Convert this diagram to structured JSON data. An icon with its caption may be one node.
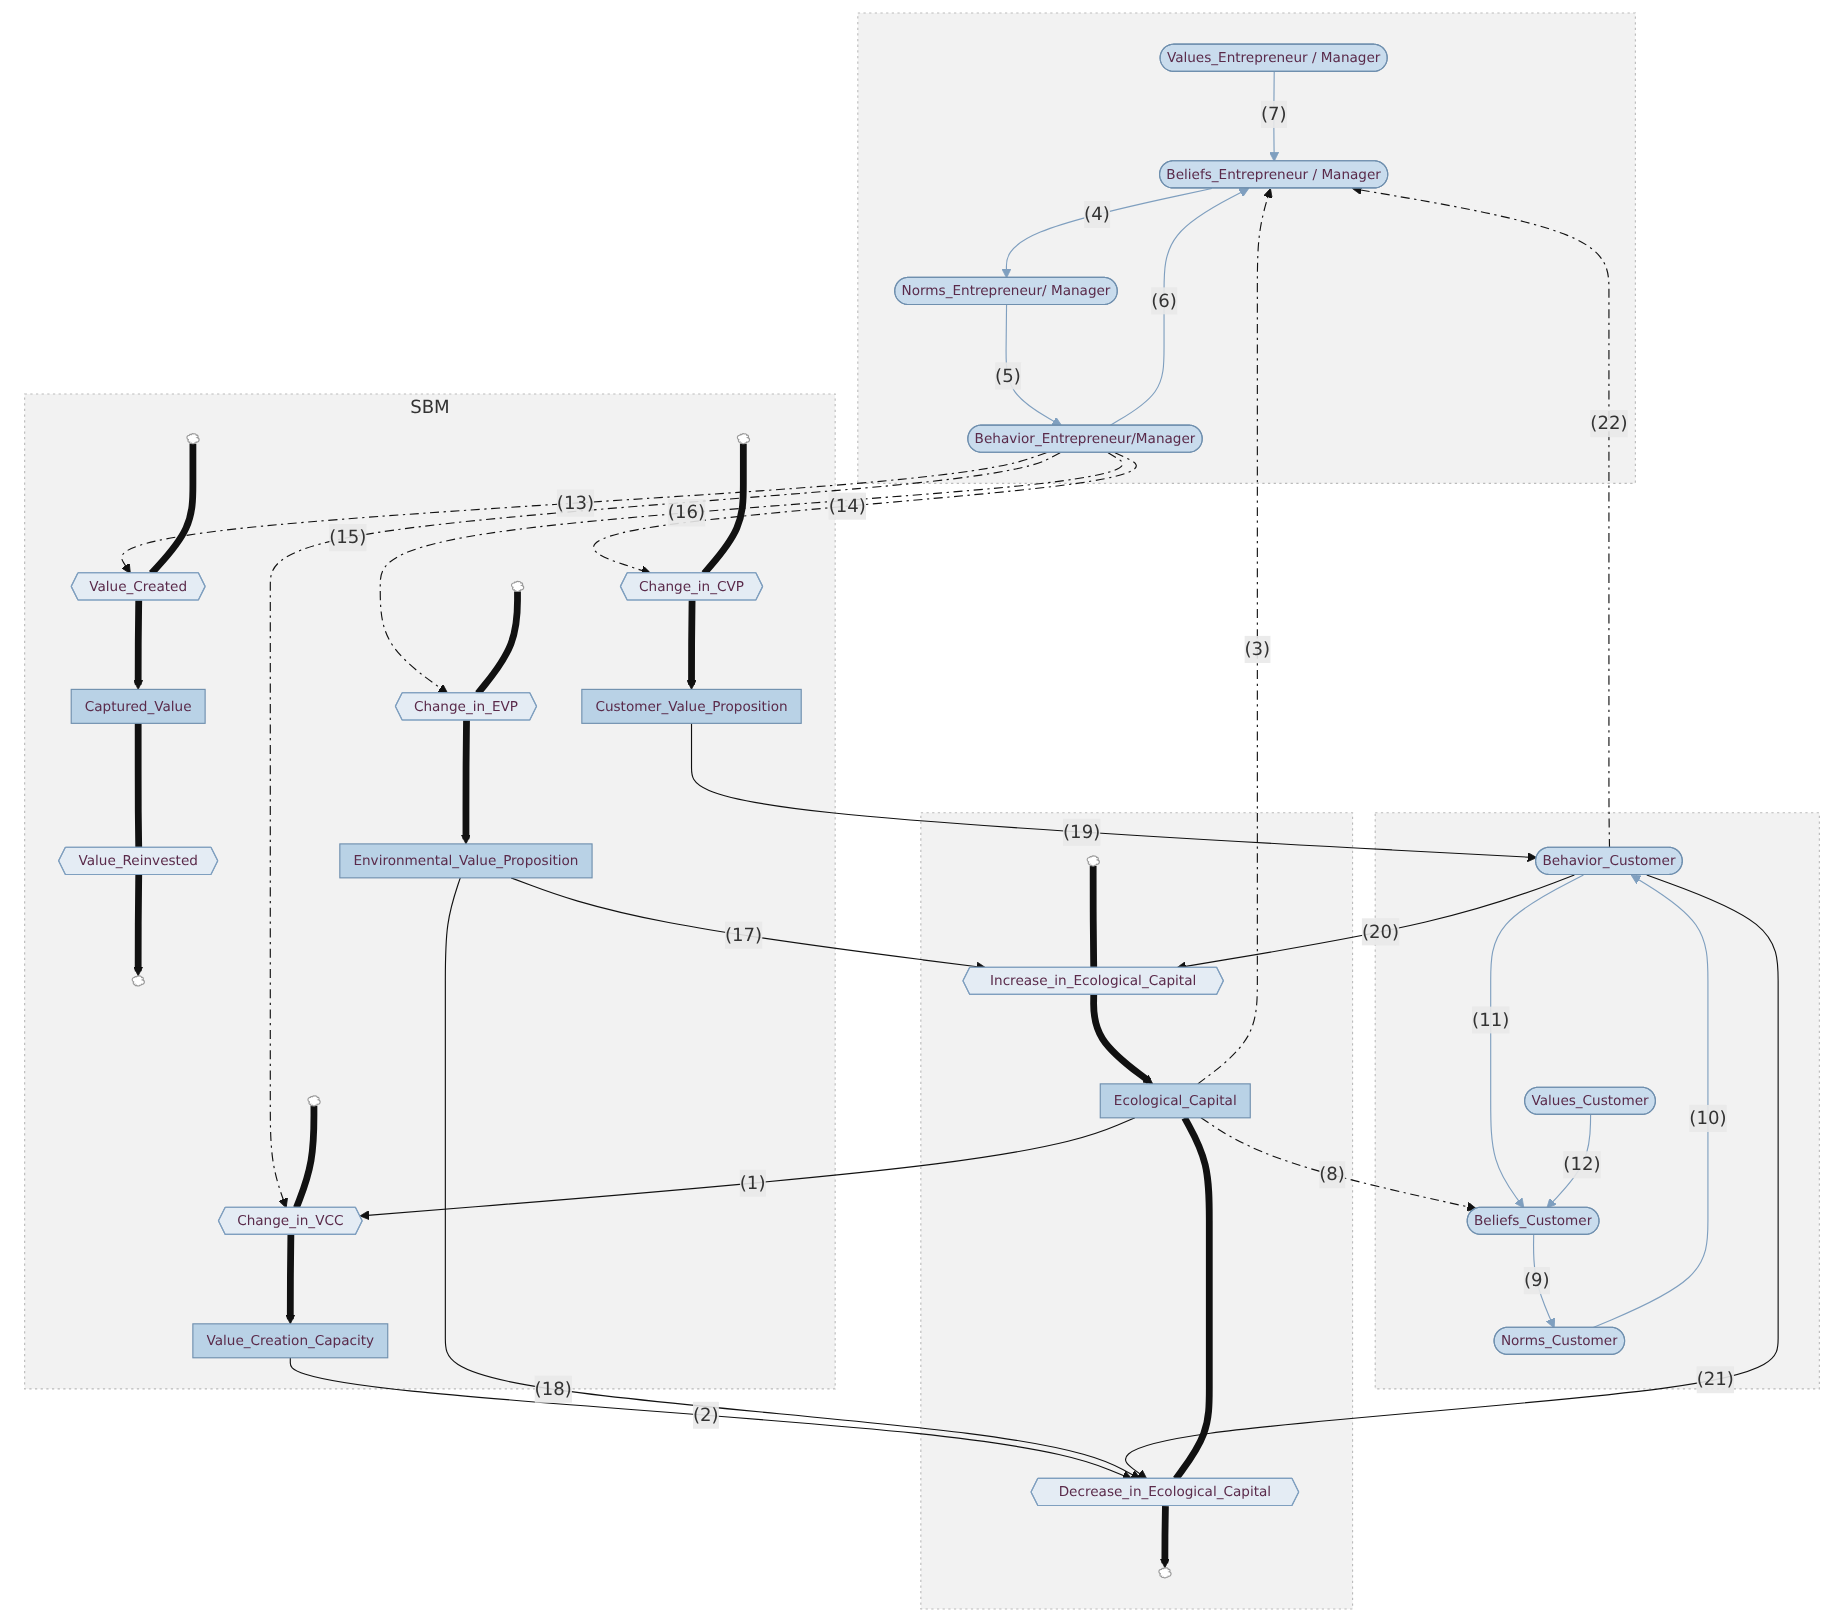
{
  "diagram": {
    "nodes": [
      {
        "text": [],
        "shape": "box"
      },
      {
        "text": [
          "Beliefs_Entrepreneur / Manager"
        ],
        "in": 0
      },
      {
        "text": [
          "Values_Entrepreneur / Manager"
        ],
        "in": 0
      },
      {
        "text": [
          "Norms_Entrepreneur/ Manager"
        ],
        "in": 0
      },
      {
        "text": [
          "Behavior_Entrepreneur/Manager"
        ],
        "in": 0
      },
      {
        "text": [],
        "shape": "box"
      },
      {
        "text": [
          "Beliefs_Customer"
        ],
        "in": 5
      },
      {
        "text": [
          "Values_Customer"
        ],
        "in": 5
      },
      {
        "text": [
          "Norms_Customer"
        ],
        "in": 5
      },
      {
        "text": [
          "Behavior_Customer"
        ],
        "in": 5
      },
      {
        "text": [],
        "shape": "box"
      },
      {
        "text": [],
        "shape": "cloud",
        "in": 10
      },
      {
        "text": [
          "Increase_in_Ecological_Capital"
        ],
        "in": 10
      },
      {
        "text": [
          "Ecological_Capital"
        ],
        "in": 10
      },
      {
        "text": [
          "Decrease_in_Ecological_Capital"
        ],
        "in": 10
      },
      {
        "text": [],
        "shape": "cloud",
        "in": 10
      },
      {
        "text": [
          "SBM"
        ]
      },
      {
        "text": [],
        "shape": "cloud",
        "in": 16
      },
      {
        "text": [
          "Change_in_EVP"
        ],
        "in": 16
      },
      {
        "text": [
          "Environmental_Value_Proposition"
        ],
        "in": 16
      },
      {
        "text": [],
        "shape": "cloud",
        "in": 16
      },
      {
        "text": [
          "Change_in_CVP"
        ],
        "in": 16
      },
      {
        "text": [
          "Customer_Value_Proposition"
        ],
        "in": 16
      },
      {
        "text": [],
        "shape": "cloud",
        "in": 16
      },
      {
        "text": [
          "Change_in_VCC"
        ],
        "in": 16
      },
      {
        "text": [
          "Value_Creation_Capacity"
        ],
        "in": 16
      },
      {
        "text": [],
        "shape": "cloud",
        "in": 16
      },
      {
        "text": [
          "Value_Created"
        ],
        "in": 16
      },
      {
        "text": [
          "Captured_Value"
        ],
        "in": 16
      },
      {
        "text": [
          "Value_Reinvested"
        ],
        "in": 16
      },
      {
        "text": [],
        "shape": "cloud",
        "in": 16
      }
    ],
    "edges": [
      {
        "from": 1,
        "to": 3,
        "arrow": "to",
        "label": "(4)",
        "color": "#7f9fbf"
      },
      {
        "from": 3,
        "to": 4,
        "arrow": "to",
        "label": "(5)",
        "color": "#7f9fbf"
      },
      {
        "from": 4,
        "to": 1,
        "arrow": "to",
        "label": "(6)",
        "color": "#7f9fbf"
      },
      {
        "from": 2,
        "to": 1,
        "arrow": "to",
        "label": "(7)",
        "color": "#7f9fbf"
      },
      {
        "from": 6,
        "to": 8,
        "arrow": "to",
        "label": "(9)",
        "color": "#7f9fbf"
      },
      {
        "from": 8,
        "to": 9,
        "arrow": "to",
        "label": "(10)",
        "color": "#7f9fbf"
      },
      {
        "from": 9,
        "to": 6,
        "arrow": "to",
        "label": "(11)",
        "color": "#7f9fbf"
      },
      {
        "from": 7,
        "to": 6,
        "arrow": "to",
        "label": "(12)",
        "color": "#7f9fbf"
      },
      {
        "from": 13,
        "to": 24,
        "arrow": "to",
        "label": "(1)"
      },
      {
        "from": 25,
        "to": 14,
        "arrow": "to",
        "label": "(2)"
      },
      {
        "from": 13,
        "to": 1,
        "arrow": "to",
        "label": "(3)",
        "style": "dashed"
      },
      {
        "from": 13,
        "to": 6,
        "arrow": "to",
        "label": "(8)",
        "style": "dashed"
      },
      {
        "from": 4,
        "to": 27,
        "arrow": "to",
        "label": "(13)",
        "style": "dashed"
      },
      {
        "from": 4,
        "to": 21,
        "arrow": "to",
        "label": "(14)",
        "style": "dashed"
      },
      {
        "from": 4,
        "to": 24,
        "arrow": "to",
        "label": "(15)",
        "style": "dashed"
      },
      {
        "from": 4,
        "to": 18,
        "arrow": "to",
        "label": "(16)",
        "style": "dashed"
      },
      {
        "from": 19,
        "to": 12,
        "arrow": "to",
        "label": "(17)"
      },
      {
        "from": 19,
        "to": 14,
        "arrow": "to",
        "label": "(18)"
      },
      {
        "from": 22,
        "to": 9,
        "arrow": "to",
        "label": "(19)"
      },
      {
        "from": 9,
        "to": 12,
        "arrow": "to",
        "label": "(20)"
      },
      {
        "from": 9,
        "to": 14,
        "arrow": "to",
        "label": "(21)"
      },
      {
        "from": 9,
        "to": 1,
        "arrow": "to",
        "label": "(22)",
        "style": "dashed"
      },
      {
        "from": 11,
        "to": 12,
        "arrow": "none",
        "style": "thick"
      },
      {
        "from": 12,
        "to": 13,
        "arrow": "to",
        "style": "thick"
      },
      {
        "from": 13,
        "to": 14,
        "arrow": "none",
        "style": "thick"
      },
      {
        "from": 14,
        "to": 15,
        "arrow": "to",
        "style": "thick"
      },
      {
        "from": 17,
        "to": 18,
        "arrow": "none",
        "style": "thick"
      },
      {
        "from": 18,
        "to": 19,
        "arrow": "to",
        "style": "thick"
      },
      {
        "from": 20,
        "to": 21,
        "arrow": "none",
        "style": "thick"
      },
      {
        "from": 21,
        "to": 22,
        "arrow": "to",
        "style": "thick"
      },
      {
        "from": 23,
        "to": 24,
        "arrow": "none",
        "style": "thick"
      },
      {
        "from": 24,
        "to": 25,
        "arrow": "to",
        "style": "thick"
      },
      {
        "from": 26,
        "to": 27,
        "arrow": "none",
        "style": "thick"
      },
      {
        "from": 27,
        "to": 28,
        "arrow": "to",
        "style": "thick"
      },
      {
        "from": 28,
        "to": 29,
        "arrow": "none",
        "style": "thick"
      },
      {
        "from": 29,
        "to": 30,
        "arrow": "to",
        "style": "thick"
      }
    ]
  }
}
